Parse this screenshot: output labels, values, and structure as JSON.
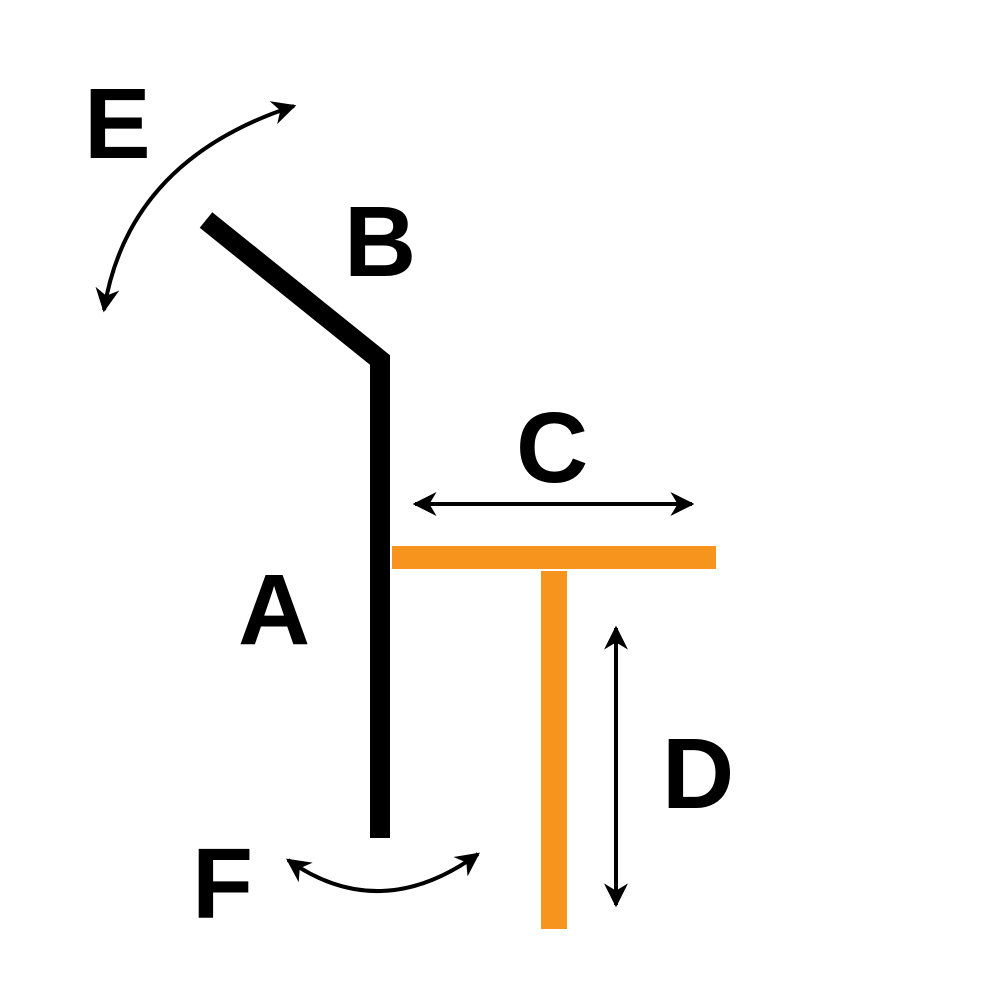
{
  "labels": {
    "a": "A",
    "b": "B",
    "c": "C",
    "d": "D",
    "e": "E",
    "f": "F"
  },
  "colors": {
    "background": "#ffffff",
    "ink": "#000000",
    "accent": "#f7941d"
  }
}
